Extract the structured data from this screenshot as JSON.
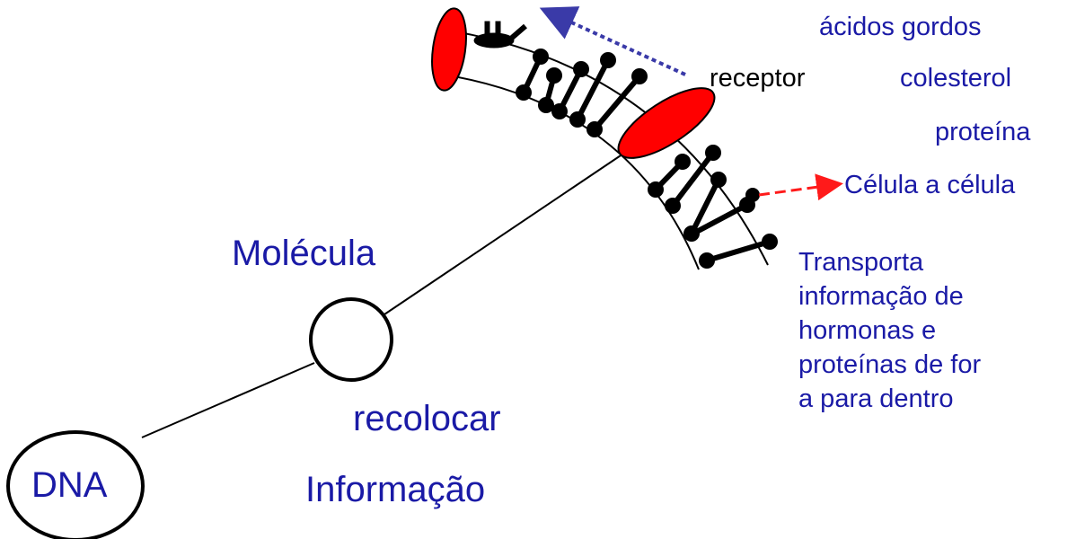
{
  "labels": {
    "acidos": "ácidos gordos",
    "receptor": "receptor",
    "colesterol": "colesterol",
    "proteina": "proteína",
    "celula": "Célula a célula",
    "molecula": "Molécula",
    "recolocar": "recolocar",
    "informacao": "Informação",
    "dna": "DNA"
  },
  "transport_text": [
    "Transporta",
    "informação de",
    "hormonas e",
    "proteínas de for",
    "a para dentro"
  ],
  "colors": {
    "text_blue": "#1a1aa6",
    "oval_red": "#ff0000",
    "arrow_blue": "#3a3aa8",
    "arrow_red": "#ff1a1a"
  }
}
